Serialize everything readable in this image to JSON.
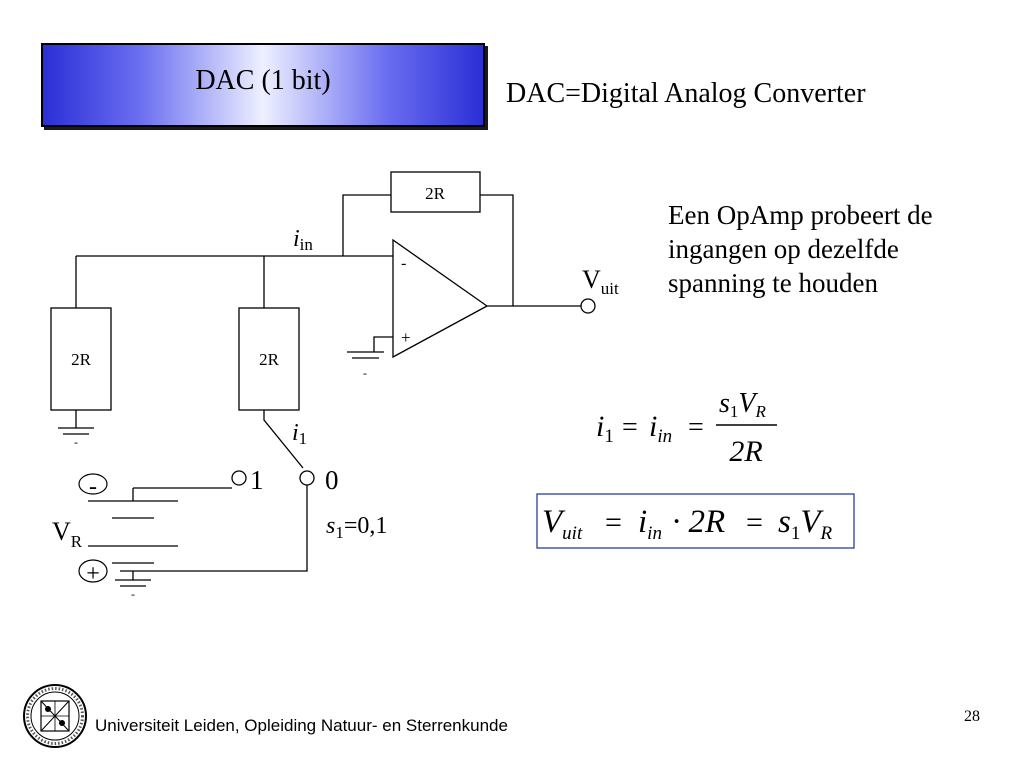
{
  "slide": {
    "title": "DAC (1 bit)",
    "subtitle": "DAC=Digital Analog Converter",
    "explanation_lines": [
      "Een OpAmp probeert de",
      "ingangen op dezelfde",
      "spanning te houden"
    ],
    "footer": "Universiteit Leiden, Opleiding Natuur- en Sterrenkunde",
    "page_number": "28"
  },
  "circuit": {
    "feedback_resistor": "2R",
    "left_resistor": "2R",
    "middle_resistor": "2R",
    "opamp_minus": "-",
    "opamp_plus": "+",
    "current_in": {
      "symbol": "i",
      "sub": "in"
    },
    "current_1": {
      "symbol": "i",
      "sub": "1"
    },
    "output": {
      "symbol": "V",
      "sub": "uit"
    },
    "ref": {
      "symbol": "V",
      "sub": "R"
    },
    "ref_minus": "-",
    "ref_plus": "+",
    "switch_pos_1": "1",
    "switch_pos_0": "0",
    "switch_label": {
      "symbol": "s",
      "sub": "1",
      "rest": "=0,1"
    },
    "ground_mark": "-"
  },
  "equations": {
    "eq1": {
      "lhs": "i",
      "lhs_sub": "1",
      "mid": "i",
      "mid_sub": "in",
      "num_s": "s",
      "num_s_sub": "1",
      "num_v": "V",
      "num_v_sub": "R",
      "den": "2R"
    },
    "eq2": {
      "v": "V",
      "v_sub": "uit",
      "i": "i",
      "i_sub": "in",
      "mult": "· 2R",
      "s": "s",
      "s_sub": "1",
      "vr": "V",
      "vr_sub": "R"
    }
  }
}
